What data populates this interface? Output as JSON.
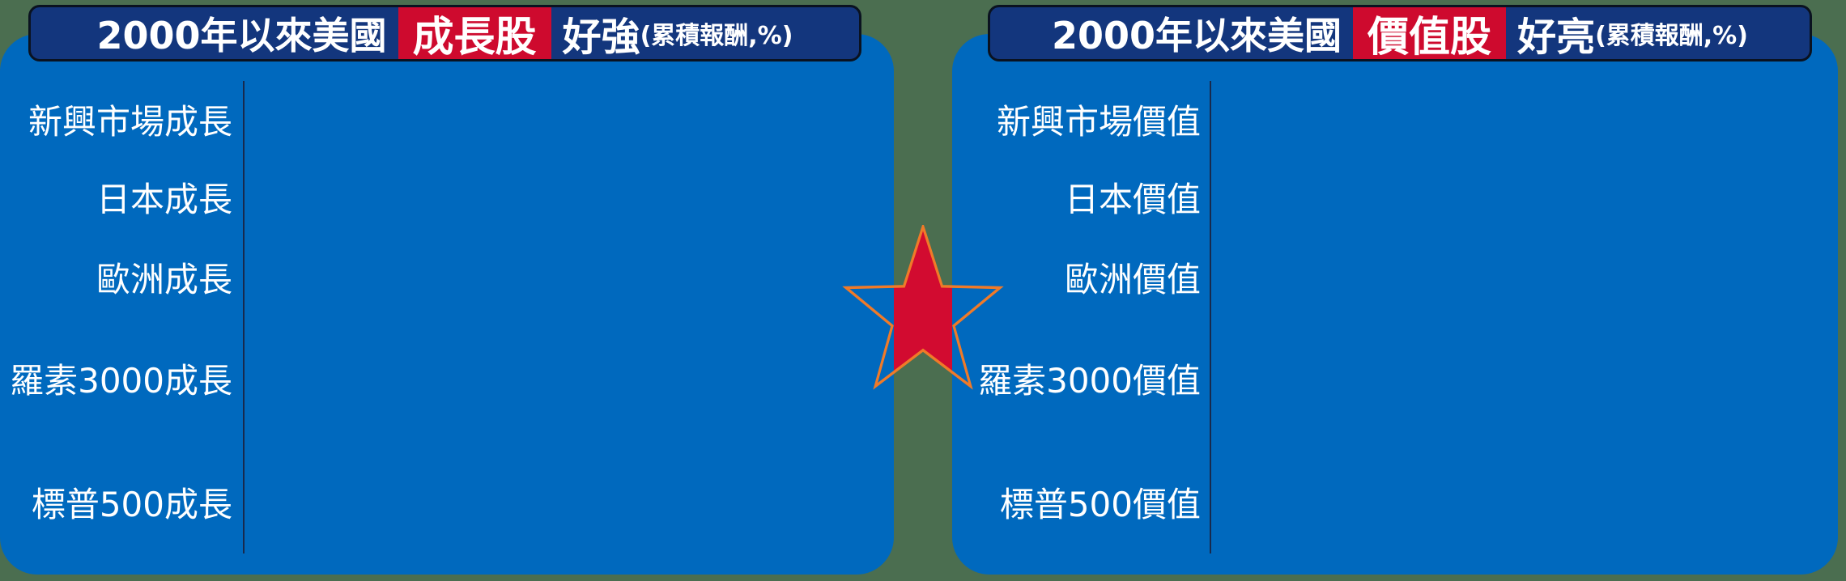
{
  "colors": {
    "background": "#4B6E50",
    "panel_blue": "#0069BE",
    "title_navy": "#13367D",
    "title_border": "#0A1220",
    "highlight_red": "#CE0A2E",
    "star_fill": "#D20B30",
    "star_stroke": "#F07A28",
    "axis_line": "#182A4D",
    "text_white": "#FFFFFF"
  },
  "left_chart": {
    "title_prefix": "2000年以來美國",
    "title_highlight": "成長股",
    "title_suffix": "好強",
    "title_unit": "(累積報酬,%)",
    "categories": [
      "新興市場成長",
      "日本成長",
      "歐洲成長",
      "羅素3000成長",
      "標普500成長"
    ]
  },
  "right_chart": {
    "title_prefix": "2000年以來美國",
    "title_highlight": "價值股",
    "title_suffix": "好亮",
    "title_unit": "(累積報酬,%)",
    "categories": [
      "新興市場價值",
      "日本價值",
      "歐洲價值",
      "羅素3000價值",
      "標普500價值"
    ]
  },
  "decoration": {
    "star_icon": "five-pointed-star"
  },
  "chart_data": [
    {
      "type": "bar",
      "orientation": "horizontal",
      "title": "2000年以來美國 成長股 好強(累積報酬,%)",
      "categories": [
        "新興市場成長",
        "日本成長",
        "歐洲成長",
        "羅素3000成長",
        "標普500成長"
      ],
      "values": [],
      "legend": "none",
      "grid": false,
      "note": "Only category labels and a vertical baseline axis are visible; no bars, numeric values or tick labels are rendered in the image."
    },
    {
      "type": "bar",
      "orientation": "horizontal",
      "title": "2000年以來美國 價值股 好亮(累積報酬,%)",
      "categories": [
        "新興市場價值",
        "日本價值",
        "歐洲價值",
        "羅素3000價值",
        "標普500價值"
      ],
      "values": [],
      "legend": "none",
      "grid": false,
      "note": "Only category labels and a vertical baseline axis are visible; no bars, numeric values or tick labels are rendered in the image."
    }
  ]
}
